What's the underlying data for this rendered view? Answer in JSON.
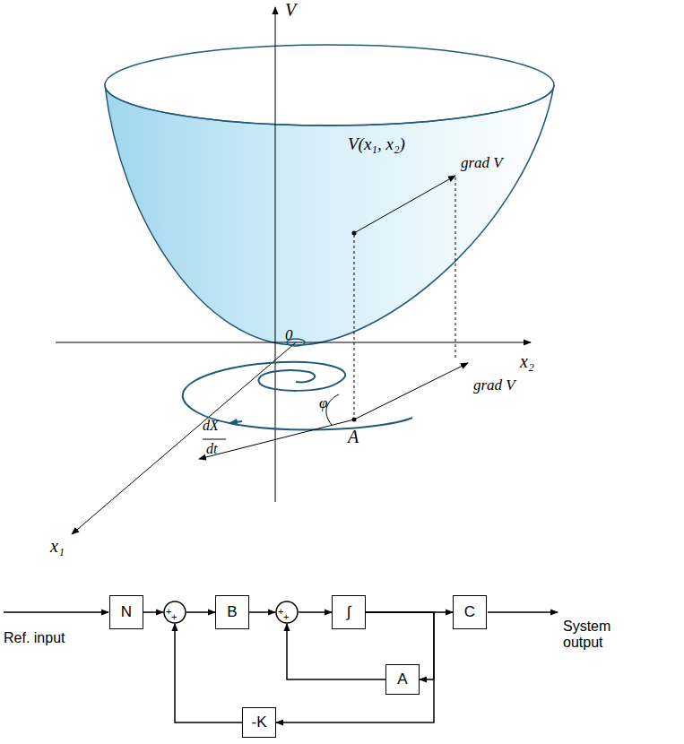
{
  "diagram": {
    "nodes": [
      {
        "text": [
          "N"
        ]
      },
      {
        "text": [
          "+",
          "+"
        ]
      },
      {
        "text": [
          "B"
        ]
      },
      {
        "text": [
          "+",
          "+"
        ]
      },
      {
        "text": [
          "∫"
        ]
      },
      {
        "text": [
          "C"
        ]
      },
      {
        "text": [
          "A"
        ]
      },
      {
        "text": [
          "-K"
        ]
      }
    ],
    "edges": [
      {
        "from": 0,
        "to": 1,
        "arrow": "to"
      },
      {
        "from": 1,
        "to": 2,
        "arrow": "to"
      },
      {
        "from": 2,
        "to": 3,
        "arrow": "to"
      },
      {
        "from": 3,
        "to": 4,
        "arrow": "to"
      },
      {
        "from": 4,
        "to": 5,
        "arrow": "to"
      },
      {
        "from": 4,
        "to": 6,
        "arrow": "to"
      },
      {
        "from": 6,
        "to": 3,
        "arrow": "to"
      },
      {
        "from": 4,
        "to": 7,
        "arrow": "to"
      },
      {
        "from": 7,
        "to": 1,
        "arrow": "to"
      }
    ],
    "labels": [
      "V",
      "V(x₁, x₂)",
      "grad V",
      "grad V",
      "0",
      "x₂",
      "φ",
      "A",
      "dX",
      "dt",
      "x₁",
      "Ref. input",
      "System output"
    ]
  }
}
